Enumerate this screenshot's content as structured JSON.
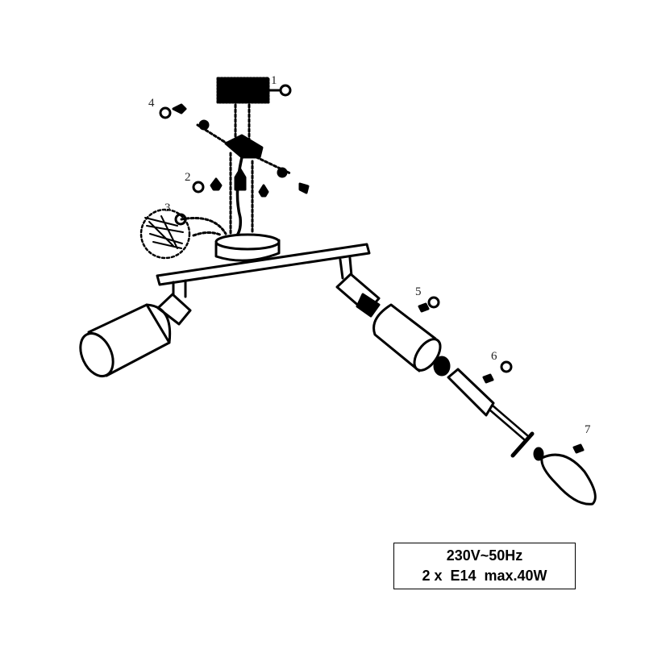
{
  "callouts": [
    "1",
    "2",
    "3",
    "4",
    "5",
    "6",
    "7"
  ],
  "spec": {
    "line1": "230V~50Hz",
    "line2": "2 x  E14  max.40W"
  },
  "colors": {
    "ink": "#000000",
    "background": "#ffffff"
  }
}
